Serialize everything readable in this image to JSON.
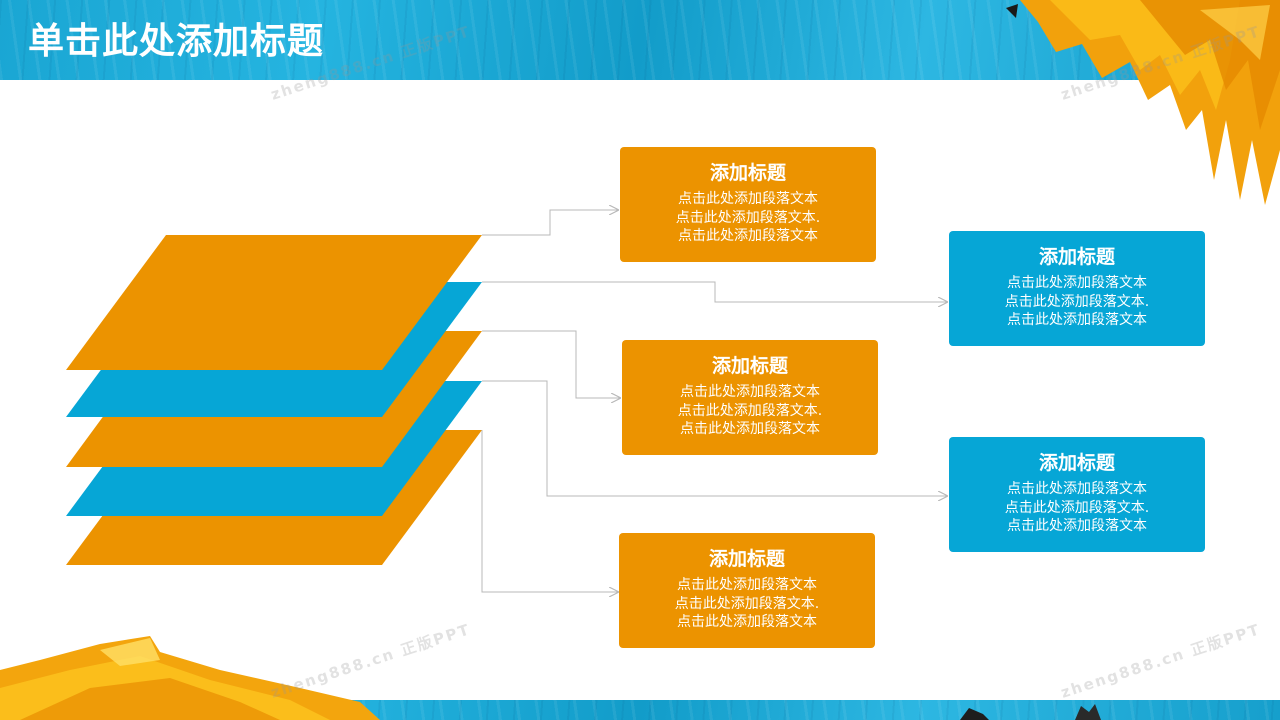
{
  "slide": {
    "title": "单击此处添加标题",
    "colors": {
      "orange": "#EC9300",
      "blue": "#06A6D6",
      "header": "#1AA6D3",
      "connector": "#B8B8B8"
    }
  },
  "layers": [
    {
      "name": "layer-1",
      "color": "orange"
    },
    {
      "name": "layer-2",
      "color": "blue"
    },
    {
      "name": "layer-3",
      "color": "orange"
    },
    {
      "name": "layer-4",
      "color": "blue"
    },
    {
      "name": "layer-5",
      "color": "orange"
    }
  ],
  "cards": [
    {
      "title": "添加标题",
      "lines": [
        "点击此处添加段落文本",
        "点击此处添加段落文本.",
        "点击此处添加段落文本"
      ],
      "color": "orange"
    },
    {
      "title": "添加标题",
      "lines": [
        "点击此处添加段落文本",
        "点击此处添加段落文本.",
        "点击此处添加段落文本"
      ],
      "color": "blue"
    },
    {
      "title": "添加标题",
      "lines": [
        "点击此处添加段落文本",
        "点击此处添加段落文本.",
        "点击此处添加段落文本"
      ],
      "color": "orange"
    },
    {
      "title": "添加标题",
      "lines": [
        "点击此处添加段落文本",
        "点击此处添加段落文本.",
        "点击此处添加段落文本"
      ],
      "color": "blue"
    },
    {
      "title": "添加标题",
      "lines": [
        "点击此处添加段落文本",
        "点击此处添加段落文本.",
        "点击此处添加段落文本"
      ],
      "color": "orange"
    }
  ],
  "watermarks": [
    "zheng888.cn 正版PPT",
    "zheng888.cn 正版PPT",
    "zheng888.cn 正版PPT",
    "zheng888.cn 正版PPT"
  ]
}
